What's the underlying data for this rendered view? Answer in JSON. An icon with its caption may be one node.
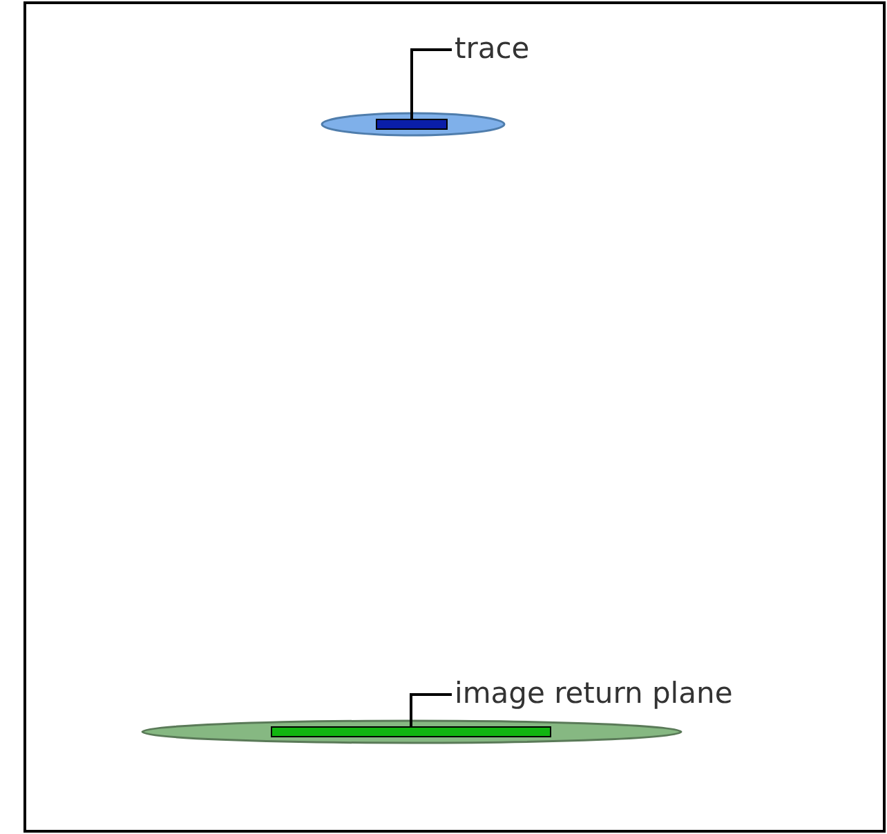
{
  "diagram": {
    "nodes": [
      {
        "text": [
          "trace"
        ]
      },
      {
        "text": [],
        "shape": "bar"
      },
      {
        "text": [
          "image return plane"
        ]
      },
      {
        "text": [],
        "shape": "bar"
      }
    ],
    "edges": [
      {
        "from": 0,
        "to": 1,
        "arrow": "none"
      },
      {
        "from": 2,
        "to": 3,
        "arrow": "none"
      }
    ]
  }
}
